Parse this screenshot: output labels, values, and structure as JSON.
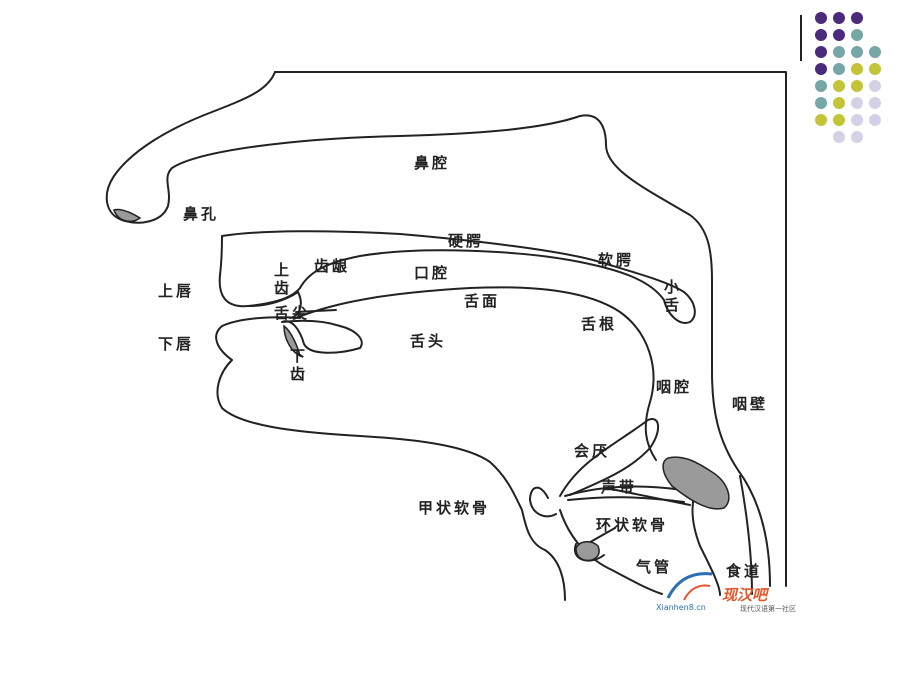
{
  "labels": {
    "nasal_cavity": "鼻腔",
    "nostril": "鼻孔",
    "hard_palate": "硬腭",
    "soft_palate": "软腭",
    "upper_teeth": "上\n齿",
    "alveolar_ridge": "齿龈",
    "oral_cavity": "口腔",
    "uvula": "小\n舌",
    "upper_lip": "上唇",
    "lower_lip": "下唇",
    "tongue_tip": "舌尖",
    "tongue_blade": "舌面",
    "tongue_root": "舌根",
    "tongue_body": "舌头",
    "lower_teeth": "下\n齿",
    "pharynx": "咽腔",
    "pharynx_wall": "咽壁",
    "epiglottis": "会厌",
    "vocal_cords": "声带",
    "thyroid_cartilage": "甲状软骨",
    "cricoid_cartilage": "环状软骨",
    "trachea": "气管",
    "esophagus": "食道"
  },
  "watermark": {
    "brand": "现汉吧",
    "url": "Xianhen8.cn",
    "slogan": "现代汉语第一社区"
  },
  "colors": {
    "purple": "#4b2a7d",
    "teal": "#74a7a6",
    "olive": "#c3c436",
    "lavender": "#d4d1e6",
    "outline": "#222222",
    "shade": "#9a9a9a"
  },
  "dot_grid": [
    [
      "purple",
      "purple",
      "purple",
      ""
    ],
    [
      "purple",
      "purple",
      "teal",
      ""
    ],
    [
      "purple",
      "teal",
      "teal",
      "teal"
    ],
    [
      "purple",
      "teal",
      "olive",
      "olive"
    ],
    [
      "teal",
      "olive",
      "olive",
      "lavender"
    ],
    [
      "teal",
      "olive",
      "lavender",
      "lavender"
    ],
    [
      "olive",
      "olive",
      "lavender",
      "lavender"
    ],
    [
      "",
      "lavender",
      "lavender",
      ""
    ]
  ]
}
